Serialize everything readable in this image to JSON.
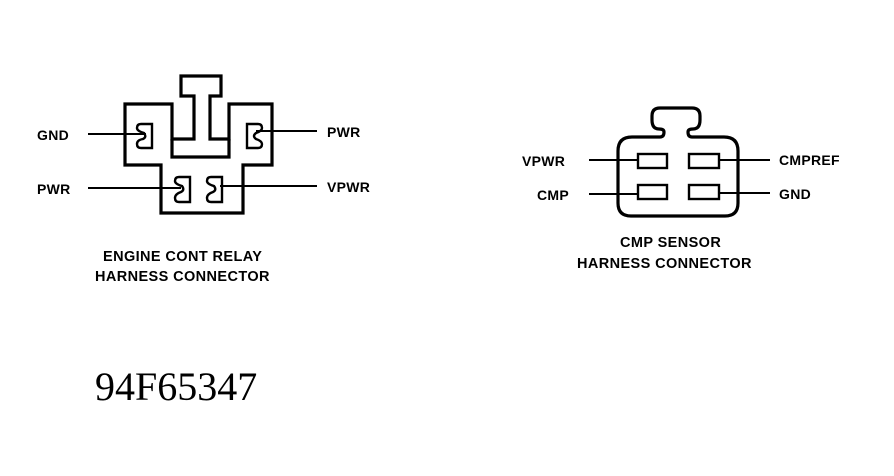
{
  "connectors": [
    {
      "name": "engine-cont-relay-connector",
      "caption_lines": [
        "ENGINE CONT RELAY",
        "HARNESS CONNECTOR"
      ],
      "pins": [
        {
          "label": "GND",
          "side": "left",
          "row": "top"
        },
        {
          "label": "PWR",
          "side": "right",
          "row": "top"
        },
        {
          "label": "PWR",
          "side": "left",
          "row": "bottom"
        },
        {
          "label": "VPWR",
          "side": "right",
          "row": "bottom"
        }
      ]
    },
    {
      "name": "cmp-sensor-connector",
      "caption_lines": [
        "CMP SENSOR",
        "HARNESS CONNECTOR"
      ],
      "pins": [
        {
          "label": "VPWR",
          "side": "left",
          "row": "top"
        },
        {
          "label": "CMPREF",
          "side": "right",
          "row": "top"
        },
        {
          "label": "CMP",
          "side": "left",
          "row": "bottom"
        },
        {
          "label": "GND",
          "side": "right",
          "row": "bottom"
        }
      ]
    }
  ],
  "figure_id": "94F65347"
}
